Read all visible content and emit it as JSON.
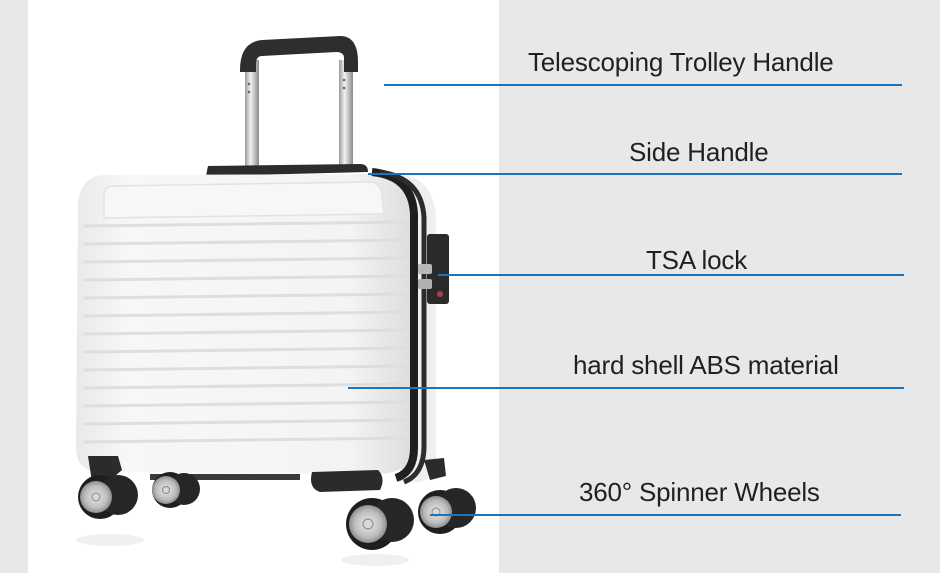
{
  "figure": {
    "subject": "White hard-shell spinner carry-on suitcase",
    "background": {
      "photo": "#ffffff",
      "panel": "#e8e8e8"
    },
    "accent_color": "#1b75bc",
    "text_color": "#231f20"
  },
  "callouts": [
    {
      "label": "Telescoping Trolley Handle"
    },
    {
      "label": "Side Handle"
    },
    {
      "label": "TSA lock"
    },
    {
      "label": "hard shell ABS material"
    },
    {
      "label": "360° Spinner Wheels"
    }
  ]
}
